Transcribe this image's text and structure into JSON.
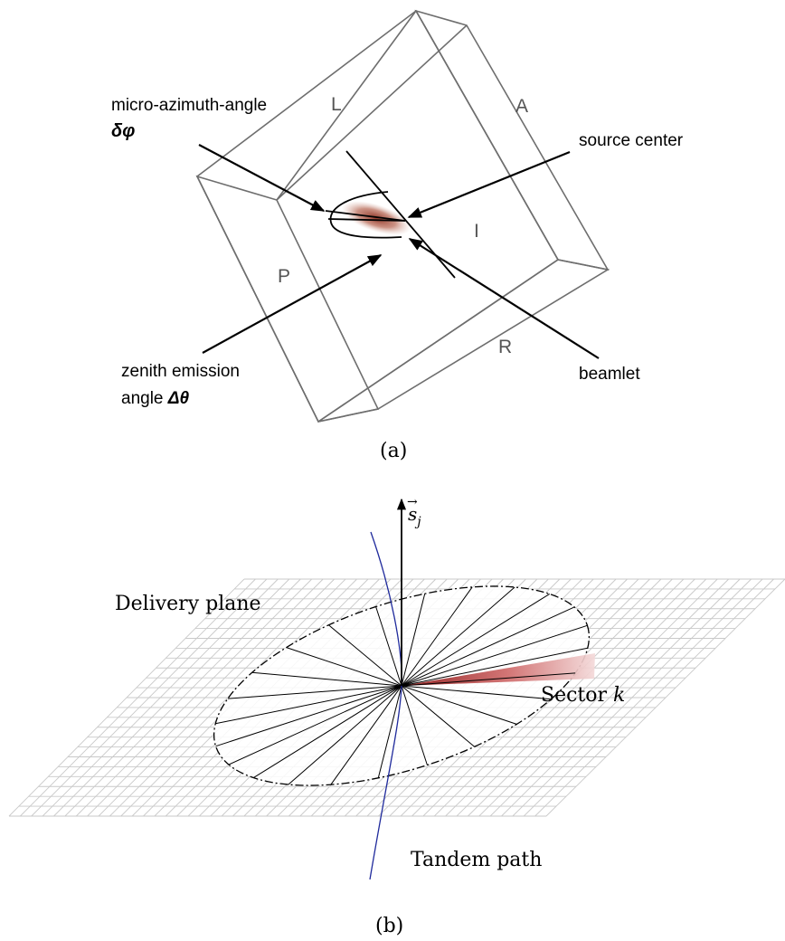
{
  "panel_a": {
    "caption": "(a)",
    "faces": {
      "L": "L",
      "A": "A",
      "I": "I",
      "P": "P",
      "R": "R"
    },
    "annotations": {
      "micro_azimuth_line1": "micro-azimuth-angle",
      "micro_azimuth_line2": "δφ",
      "source_center": "source center",
      "zenith_line1": "zenith emission",
      "zenith_line2_text": "angle ",
      "zenith_line2_symbol": "Δθ",
      "beamlet": "beamlet"
    }
  },
  "panel_b": {
    "caption": "(b)",
    "axis_symbol": "s",
    "axis_subscript": "j",
    "delivery_plane": "Delivery plane",
    "sector_text": "Sector ",
    "sector_symbol": "k",
    "tandem_path": "Tandem path",
    "colors": {
      "path": "#1f2a9c",
      "sector": "#b22a2a"
    }
  }
}
